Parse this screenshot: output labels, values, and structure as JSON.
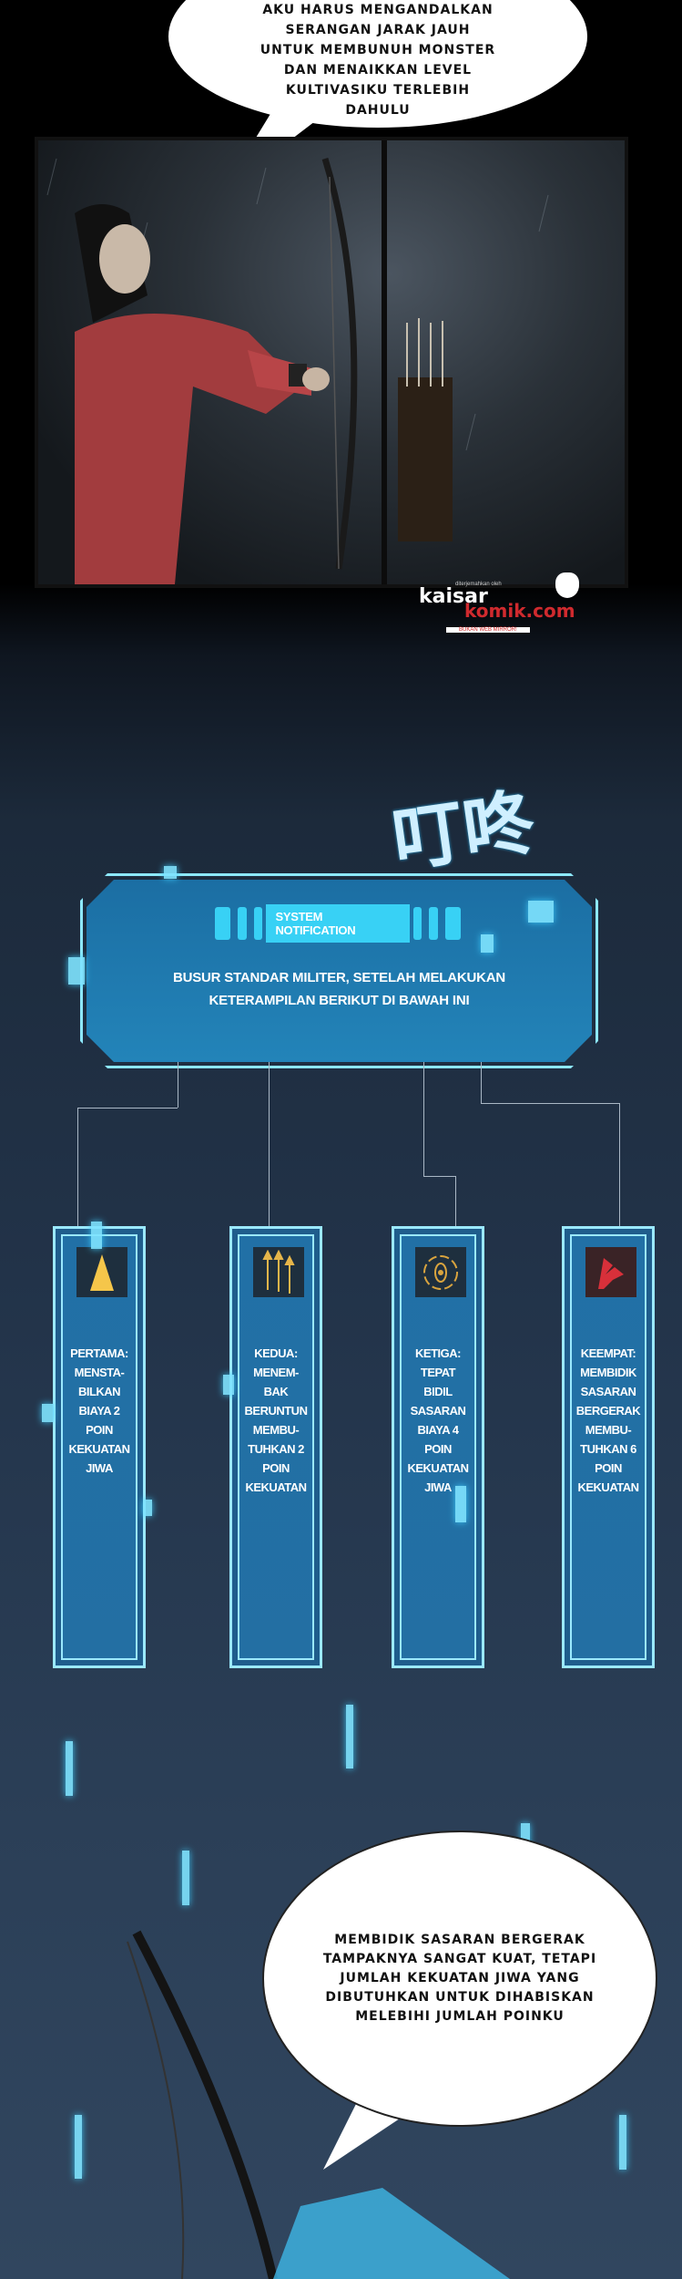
{
  "top_bubble": {
    "lines": [
      "AKU HARUS MENGANDALKAN",
      "SERANGAN JARAK JAUH",
      "UNTUK MEMBUNUH MONSTER",
      "DAN MENAIKKAN LEVEL",
      "KULTIVASIKU TERLEBIH",
      "DAHULU"
    ]
  },
  "watermark": {
    "credit": "diterjemahkan oleh",
    "brand_1": "kaisar",
    "brand_2": "komik.com",
    "tagline": "BUKAN WEB MIRROR!"
  },
  "sfx": "叮咚",
  "notification": {
    "header": "SYSTEM NOTIFICATION",
    "body_lines": [
      "BUSUR STANDAR MILITER, SETELAH MELAKUKAN",
      "KETERAMPILAN BERIKUT DI BAWAH INI"
    ]
  },
  "skills": [
    {
      "icon": "triangle-icon",
      "lines": [
        "PERTAMA:",
        "MENSTA-",
        "BILKAN",
        "BIAYA 2",
        "POIN",
        "KEKUATAN",
        "JIWA"
      ]
    },
    {
      "icon": "triple-arrow-icon",
      "lines": [
        "KEDUA:",
        "MENEM-",
        "BAK",
        "BERUNTUN",
        "MEMBU-",
        "TUHKAN 2",
        "POIN",
        "KEKUATAN"
      ]
    },
    {
      "icon": "target-icon",
      "lines": [
        "KETIGA:",
        "TEPAT",
        "BIDIL",
        "SASARAN",
        "BIAYA 4",
        "POIN",
        "KEKUATAN",
        "JIWA"
      ]
    },
    {
      "icon": "red-arrow-icon",
      "lines": [
        "KEEMPAT:",
        "MEMBIDIK",
        "SASARAN",
        "BERGERAK",
        "MEMBU-",
        "TUHKAN 6",
        "POIN",
        "KEKUATAN"
      ]
    }
  ],
  "bottom_bubble": {
    "lines": [
      "MEMBIDIK SASARAN BERGERAK",
      "TAMPAKNYA SANGAT KUAT, TETAPI",
      "JUMLAH KEKUATAN JIWA YANG",
      "DIBUTUHKAN UNTUK DIHABISKAN",
      "MELEBIHI JUMLAH POINKU"
    ]
  },
  "colors": {
    "cyan": "#38d1f5",
    "panel_blue": "#2384b9",
    "bg_navy": "#223349"
  }
}
